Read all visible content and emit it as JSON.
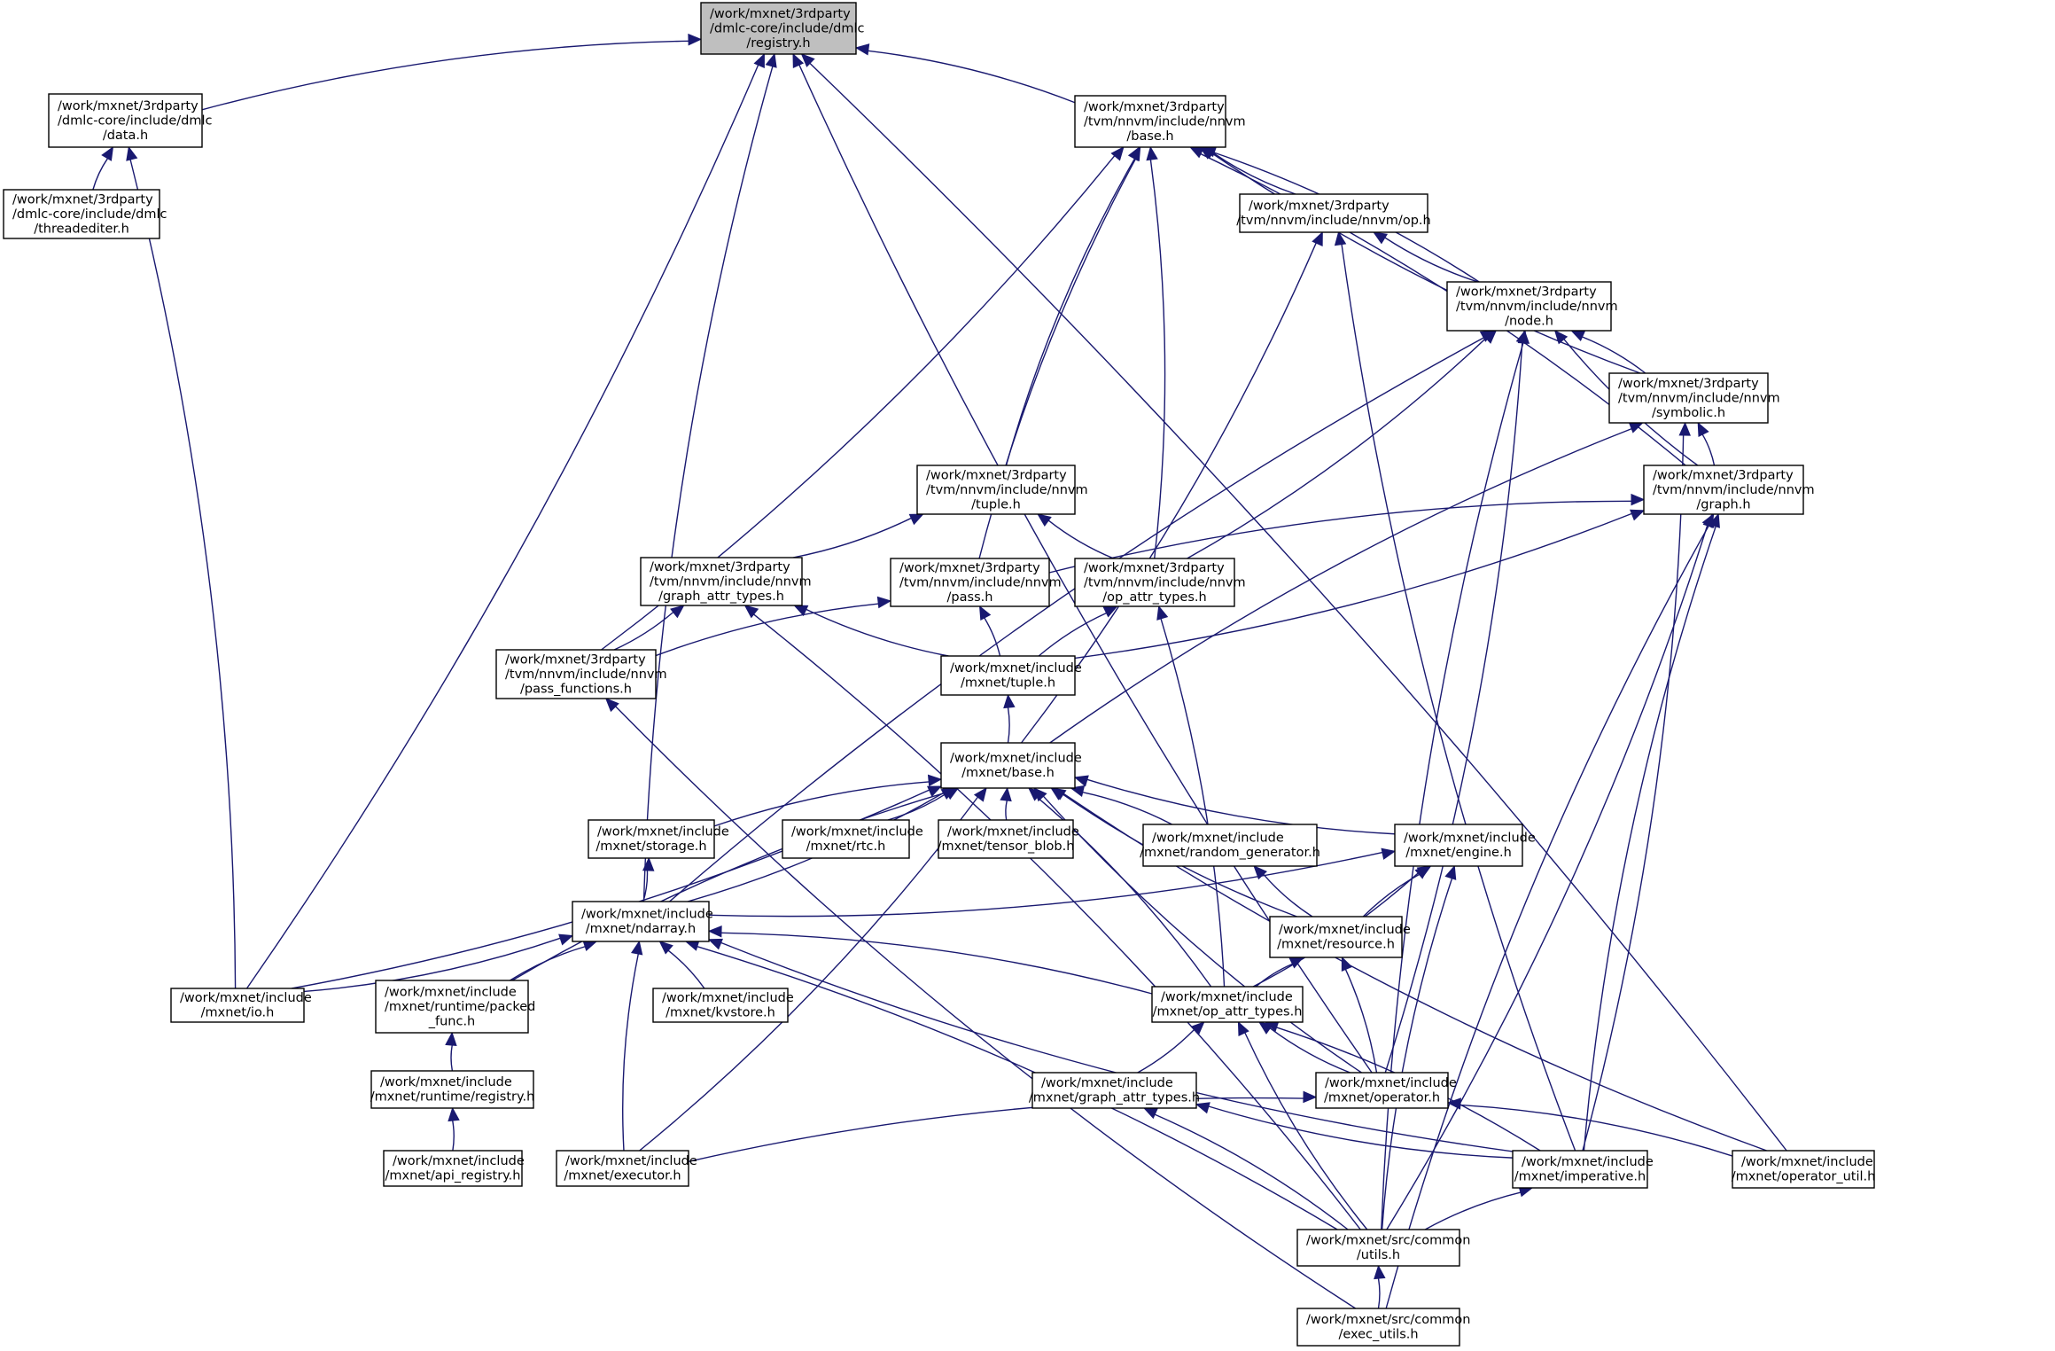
{
  "diagram": {
    "title": "Include dependency graph for /work/mxnet/3rdparty/dmlc-core/include/dmlc/registry.h",
    "edge_color": "#191970",
    "root_fill": "#bfbfbf",
    "node_fill": "#ffffff",
    "nodes": [
      {
        "id": "registry",
        "lines": [
          "/work/mxnet/3rdparty",
          "/dmlc-core/include/dmlc",
          "/registry.h"
        ],
        "root": true
      },
      {
        "id": "data",
        "lines": [
          "/work/mxnet/3rdparty",
          "/dmlc-core/include/dmlc",
          "/data.h"
        ]
      },
      {
        "id": "threadediter",
        "lines": [
          "/work/mxnet/3rdparty",
          "/dmlc-core/include/dmlc",
          "/threadediter.h"
        ]
      },
      {
        "id": "nnvm_base",
        "lines": [
          "/work/mxnet/3rdparty",
          "/tvm/nnvm/include/nnvm",
          "/base.h"
        ]
      },
      {
        "id": "nnvm_op",
        "lines": [
          "/work/mxnet/3rdparty",
          "/tvm/nnvm/include/nnvm/op.h"
        ]
      },
      {
        "id": "nnvm_node",
        "lines": [
          "/work/mxnet/3rdparty",
          "/tvm/nnvm/include/nnvm",
          "/node.h"
        ]
      },
      {
        "id": "nnvm_symbolic",
        "lines": [
          "/work/mxnet/3rdparty",
          "/tvm/nnvm/include/nnvm",
          "/symbolic.h"
        ]
      },
      {
        "id": "nnvm_graph",
        "lines": [
          "/work/mxnet/3rdparty",
          "/tvm/nnvm/include/nnvm",
          "/graph.h"
        ]
      },
      {
        "id": "nnvm_tuple",
        "lines": [
          "/work/mxnet/3rdparty",
          "/tvm/nnvm/include/nnvm",
          "/tuple.h"
        ]
      },
      {
        "id": "nnvm_graph_attr_types",
        "lines": [
          "/work/mxnet/3rdparty",
          "/tvm/nnvm/include/nnvm",
          "/graph_attr_types.h"
        ]
      },
      {
        "id": "nnvm_pass",
        "lines": [
          "/work/mxnet/3rdparty",
          "/tvm/nnvm/include/nnvm",
          "/pass.h"
        ]
      },
      {
        "id": "nnvm_op_attr_types",
        "lines": [
          "/work/mxnet/3rdparty",
          "/tvm/nnvm/include/nnvm",
          "/op_attr_types.h"
        ]
      },
      {
        "id": "nnvm_pass_functions",
        "lines": [
          "/work/mxnet/3rdparty",
          "/tvm/nnvm/include/nnvm",
          "/pass_functions.h"
        ]
      },
      {
        "id": "mx_tuple",
        "lines": [
          "/work/mxnet/include",
          "/mxnet/tuple.h"
        ]
      },
      {
        "id": "mx_base",
        "lines": [
          "/work/mxnet/include",
          "/mxnet/base.h"
        ]
      },
      {
        "id": "mx_storage",
        "lines": [
          "/work/mxnet/include",
          "/mxnet/storage.h"
        ]
      },
      {
        "id": "mx_rtc",
        "lines": [
          "/work/mxnet/include",
          "/mxnet/rtc.h"
        ]
      },
      {
        "id": "mx_tensor_blob",
        "lines": [
          "/work/mxnet/include",
          "/mxnet/tensor_blob.h"
        ]
      },
      {
        "id": "mx_random_generator",
        "lines": [
          "/work/mxnet/include",
          "/mxnet/random_generator.h"
        ]
      },
      {
        "id": "mx_engine",
        "lines": [
          "/work/mxnet/include",
          "/mxnet/engine.h"
        ]
      },
      {
        "id": "mx_ndarray",
        "lines": [
          "/work/mxnet/include",
          "/mxnet/ndarray.h"
        ]
      },
      {
        "id": "mx_resource",
        "lines": [
          "/work/mxnet/include",
          "/mxnet/resource.h"
        ]
      },
      {
        "id": "mx_io",
        "lines": [
          "/work/mxnet/include",
          "/mxnet/io.h"
        ]
      },
      {
        "id": "mx_packed_func",
        "lines": [
          "/work/mxnet/include",
          "/mxnet/runtime/packed",
          "_func.h"
        ]
      },
      {
        "id": "mx_kvstore",
        "lines": [
          "/work/mxnet/include",
          "/mxnet/kvstore.h"
        ]
      },
      {
        "id": "mx_op_attr_types",
        "lines": [
          "/work/mxnet/include",
          "/mxnet/op_attr_types.h"
        ]
      },
      {
        "id": "mx_runtime_registry",
        "lines": [
          "/work/mxnet/include",
          "/mxnet/runtime/registry.h"
        ]
      },
      {
        "id": "mx_graph_attr_types",
        "lines": [
          "/work/mxnet/include",
          "/mxnet/graph_attr_types.h"
        ]
      },
      {
        "id": "mx_operator",
        "lines": [
          "/work/mxnet/include",
          "/mxnet/operator.h"
        ]
      },
      {
        "id": "mx_api_registry",
        "lines": [
          "/work/mxnet/include",
          "/mxnet/api_registry.h"
        ]
      },
      {
        "id": "mx_executor",
        "lines": [
          "/work/mxnet/include",
          "/mxnet/executor.h"
        ]
      },
      {
        "id": "mx_imperative",
        "lines": [
          "/work/mxnet/include",
          "/mxnet/imperative.h"
        ]
      },
      {
        "id": "mx_operator_util",
        "lines": [
          "/work/mxnet/include",
          "/mxnet/operator_util.h"
        ]
      },
      {
        "id": "common_utils",
        "lines": [
          "/work/mxnet/src/common",
          "/utils.h"
        ]
      },
      {
        "id": "common_exec_utils",
        "lines": [
          "/work/mxnet/src/common",
          "/exec_utils.h"
        ]
      }
    ],
    "edges": [
      [
        "data",
        "registry"
      ],
      [
        "mx_io",
        "registry"
      ],
      [
        "mx_ndarray",
        "registry"
      ],
      [
        "nnvm_base",
        "registry"
      ],
      [
        "mx_operator",
        "registry"
      ],
      [
        "mx_operator_util",
        "registry"
      ],
      [
        "threadediter",
        "data"
      ],
      [
        "mx_io",
        "data"
      ],
      [
        "nnvm_op",
        "nnvm_base"
      ],
      [
        "nnvm_node",
        "nnvm_base"
      ],
      [
        "nnvm_symbolic",
        "nnvm_base"
      ],
      [
        "nnvm_graph",
        "nnvm_base"
      ],
      [
        "nnvm_tuple",
        "nnvm_base"
      ],
      [
        "nnvm_op_attr_types",
        "nnvm_base"
      ],
      [
        "nnvm_pass",
        "nnvm_base"
      ],
      [
        "nnvm_pass_functions",
        "nnvm_base"
      ],
      [
        "nnvm_node",
        "nnvm_op"
      ],
      [
        "mx_base",
        "nnvm_op"
      ],
      [
        "mx_imperative",
        "nnvm_op"
      ],
      [
        "nnvm_symbolic",
        "nnvm_node"
      ],
      [
        "nnvm_graph",
        "nnvm_node"
      ],
      [
        "nnvm_op_attr_types",
        "nnvm_node"
      ],
      [
        "mx_ndarray",
        "nnvm_node"
      ],
      [
        "mx_operator",
        "nnvm_node"
      ],
      [
        "common_utils",
        "nnvm_node"
      ],
      [
        "nnvm_graph",
        "nnvm_symbolic"
      ],
      [
        "mx_base",
        "nnvm_symbolic"
      ],
      [
        "mx_imperative",
        "nnvm_symbolic"
      ],
      [
        "nnvm_pass",
        "nnvm_graph"
      ],
      [
        "mx_tuple",
        "nnvm_graph"
      ],
      [
        "mx_imperative",
        "nnvm_graph"
      ],
      [
        "common_utils",
        "nnvm_graph"
      ],
      [
        "common_exec_utils",
        "nnvm_graph"
      ],
      [
        "nnvm_graph_attr_types",
        "nnvm_tuple"
      ],
      [
        "nnvm_op_attr_types",
        "nnvm_tuple"
      ],
      [
        "nnvm_pass_functions",
        "nnvm_graph_attr_types"
      ],
      [
        "mx_tuple",
        "nnvm_graph_attr_types"
      ],
      [
        "common_utils",
        "nnvm_graph_attr_types"
      ],
      [
        "nnvm_pass_functions",
        "nnvm_pass"
      ],
      [
        "mx_tuple",
        "nnvm_pass"
      ],
      [
        "mx_tuple",
        "nnvm_op_attr_types"
      ],
      [
        "mx_op_attr_types",
        "nnvm_op_attr_types"
      ],
      [
        "common_exec_utils",
        "nnvm_pass_functions"
      ],
      [
        "mx_base",
        "mx_tuple"
      ],
      [
        "mx_storage",
        "mx_base"
      ],
      [
        "mx_rtc",
        "mx_base"
      ],
      [
        "mx_tensor_blob",
        "mx_base"
      ],
      [
        "mx_random_generator",
        "mx_base"
      ],
      [
        "mx_engine",
        "mx_base"
      ],
      [
        "mx_ndarray",
        "mx_base"
      ],
      [
        "mx_resource",
        "mx_base"
      ],
      [
        "mx_io",
        "mx_base"
      ],
      [
        "mx_packed_func",
        "mx_base"
      ],
      [
        "mx_op_attr_types",
        "mx_base"
      ],
      [
        "mx_operator",
        "mx_base"
      ],
      [
        "mx_executor",
        "mx_base"
      ],
      [
        "mx_operator_util",
        "mx_base"
      ],
      [
        "mx_ndarray",
        "mx_storage"
      ],
      [
        "mx_resource",
        "mx_random_generator"
      ],
      [
        "mx_ndarray",
        "mx_engine"
      ],
      [
        "mx_resource",
        "mx_engine"
      ],
      [
        "mx_op_attr_types",
        "mx_engine"
      ],
      [
        "common_utils",
        "mx_engine"
      ],
      [
        "mx_io",
        "mx_ndarray"
      ],
      [
        "mx_packed_func",
        "mx_ndarray"
      ],
      [
        "mx_kvstore",
        "mx_ndarray"
      ],
      [
        "mx_executor",
        "mx_ndarray"
      ],
      [
        "mx_op_attr_types",
        "mx_ndarray"
      ],
      [
        "mx_imperative",
        "mx_ndarray"
      ],
      [
        "common_utils",
        "mx_ndarray"
      ],
      [
        "mx_op_attr_types",
        "mx_resource"
      ],
      [
        "mx_operator",
        "mx_resource"
      ],
      [
        "mx_runtime_registry",
        "mx_packed_func"
      ],
      [
        "mx_graph_attr_types",
        "mx_op_attr_types"
      ],
      [
        "mx_operator",
        "mx_op_attr_types"
      ],
      [
        "mx_imperative",
        "mx_op_attr_types"
      ],
      [
        "common_utils",
        "mx_op_attr_types"
      ],
      [
        "mx_api_registry",
        "mx_runtime_registry"
      ],
      [
        "mx_imperative",
        "mx_graph_attr_types"
      ],
      [
        "common_utils",
        "mx_graph_attr_types"
      ],
      [
        "mx_executor",
        "mx_operator"
      ],
      [
        "mx_operator_util",
        "mx_operator"
      ],
      [
        "common_utils",
        "mx_imperative"
      ],
      [
        "common_exec_utils",
        "common_utils"
      ]
    ]
  }
}
